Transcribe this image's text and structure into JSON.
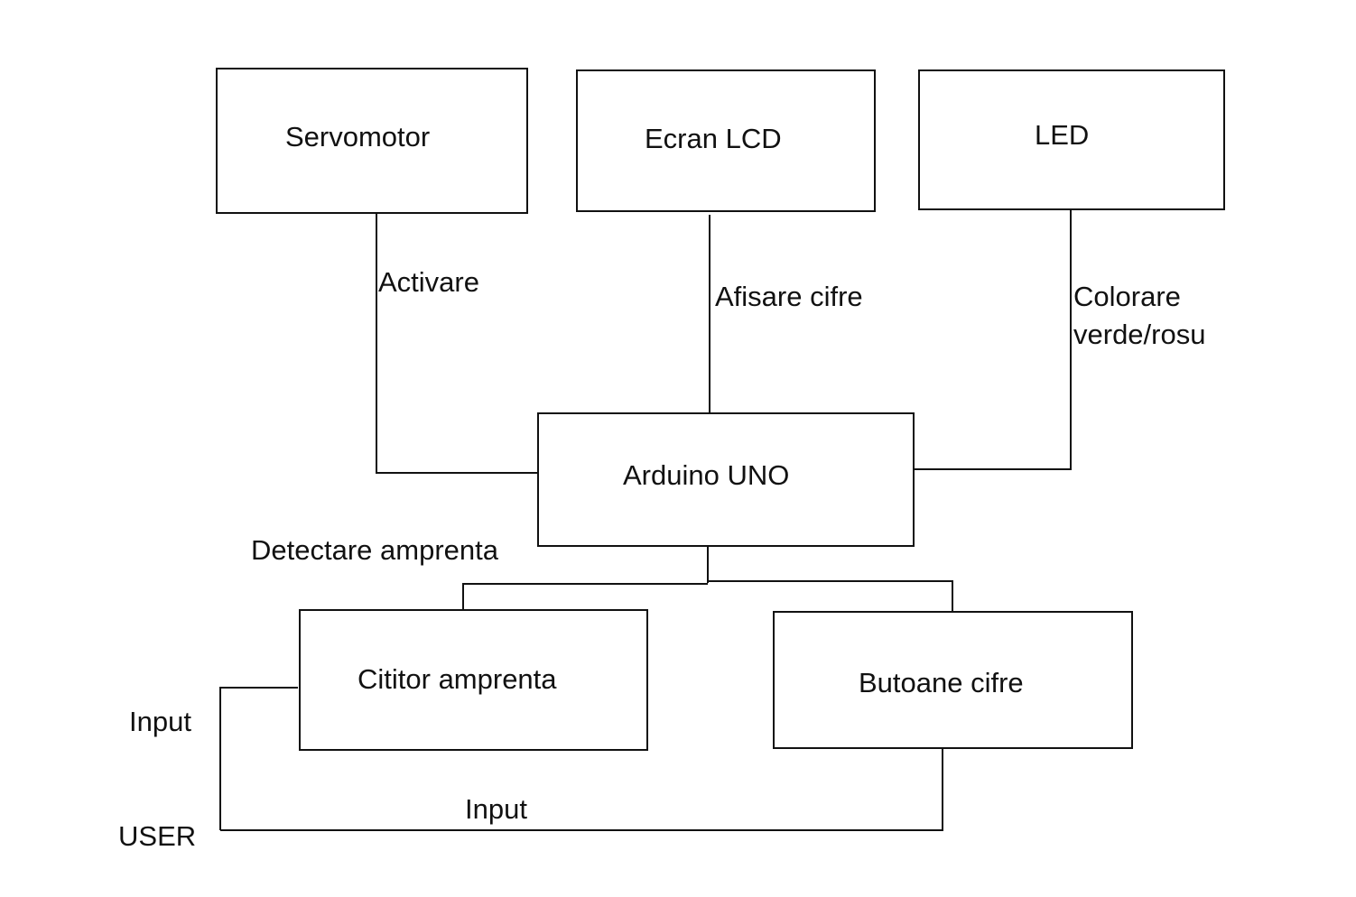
{
  "nodes": {
    "servomotor": "Servomotor",
    "ecran_lcd": "Ecran LCD",
    "led": "LED",
    "arduino": "Arduino UNO",
    "cititor": "Cititor amprenta",
    "butoane": "Butoane cifre",
    "user": "USER"
  },
  "edges": {
    "activare": "Activare",
    "afisare": "Afisare cifre",
    "colorare_line1": "Colorare",
    "colorare_line2": "verde/rosu",
    "detectare": "Detectare amprenta",
    "input_cititor": "Input",
    "input_butoane": "Input"
  }
}
